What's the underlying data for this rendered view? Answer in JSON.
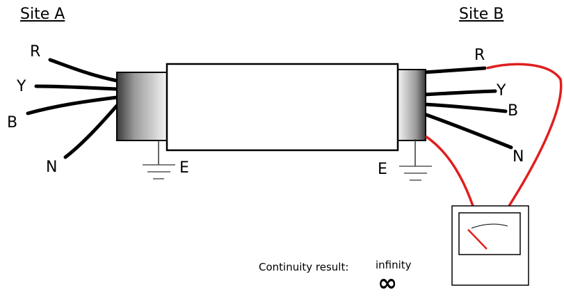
{
  "headings": {
    "site_a": "Site A",
    "site_b": "Site B"
  },
  "site_a_conductors": [
    "R",
    "Y",
    "B",
    "N"
  ],
  "site_a_earth": "E",
  "site_b_conductors": [
    "R",
    "Y",
    "B",
    "N"
  ],
  "site_b_earth": "E",
  "result": {
    "label": "Continuity result:",
    "value": "infinity",
    "symbol": "∞"
  },
  "colors": {
    "test_lead": "#e01e1e",
    "wire": "#000000",
    "sheath_gradient": [
      "#4a4a4a",
      "#f2f2f2"
    ]
  }
}
